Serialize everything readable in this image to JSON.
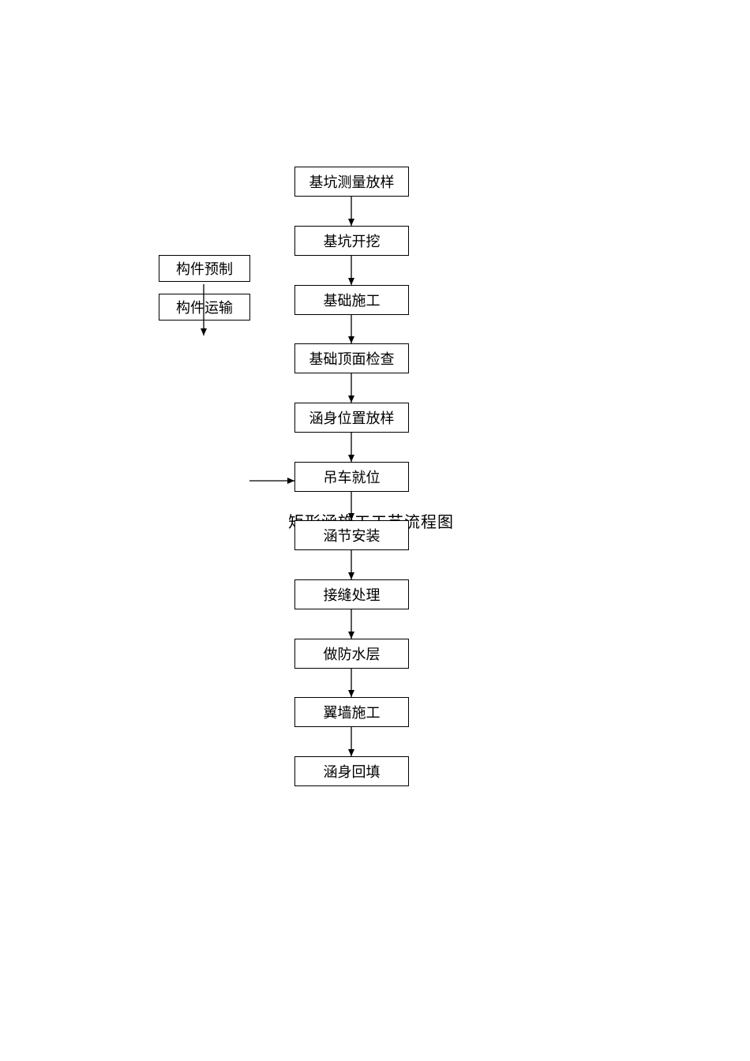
{
  "title": "矩形涵施工工艺流程图",
  "main_steps": [
    "基坑测量放样",
    "基坑开挖",
    "基础施工",
    "基础顶面检查",
    "涵身位置放样",
    "吊车就位",
    "涵节安装",
    "接缝处理",
    "做防水层",
    "翼墙施工",
    "涵身回填"
  ],
  "side_steps": [
    "构件预制",
    "构件运输"
  ]
}
